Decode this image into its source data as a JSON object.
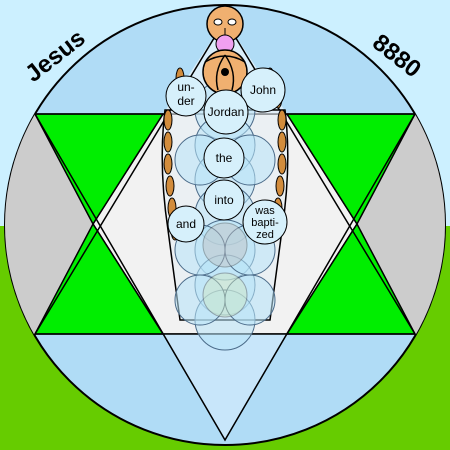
{
  "title_left": "Jesus",
  "title_right": "8880",
  "words": {
    "john": "John",
    "under": "un-",
    "der": "der",
    "jordan": "Jordan",
    "the": "the",
    "into": "into",
    "and": "and",
    "was": "was",
    "baptized_1": "bapti-",
    "baptized_2": "zed"
  },
  "colors": {
    "sky": "#b0dcf6",
    "pale_sky": "#ccf0ff",
    "green": "#00ee00",
    "grass": "#66cc00",
    "gray": "#cccccc",
    "white": "#ffffff",
    "skin": "#f0b070",
    "bead": "#d28c3c",
    "bubble": "#b8e4f8",
    "pink": "#f0a0f0"
  }
}
